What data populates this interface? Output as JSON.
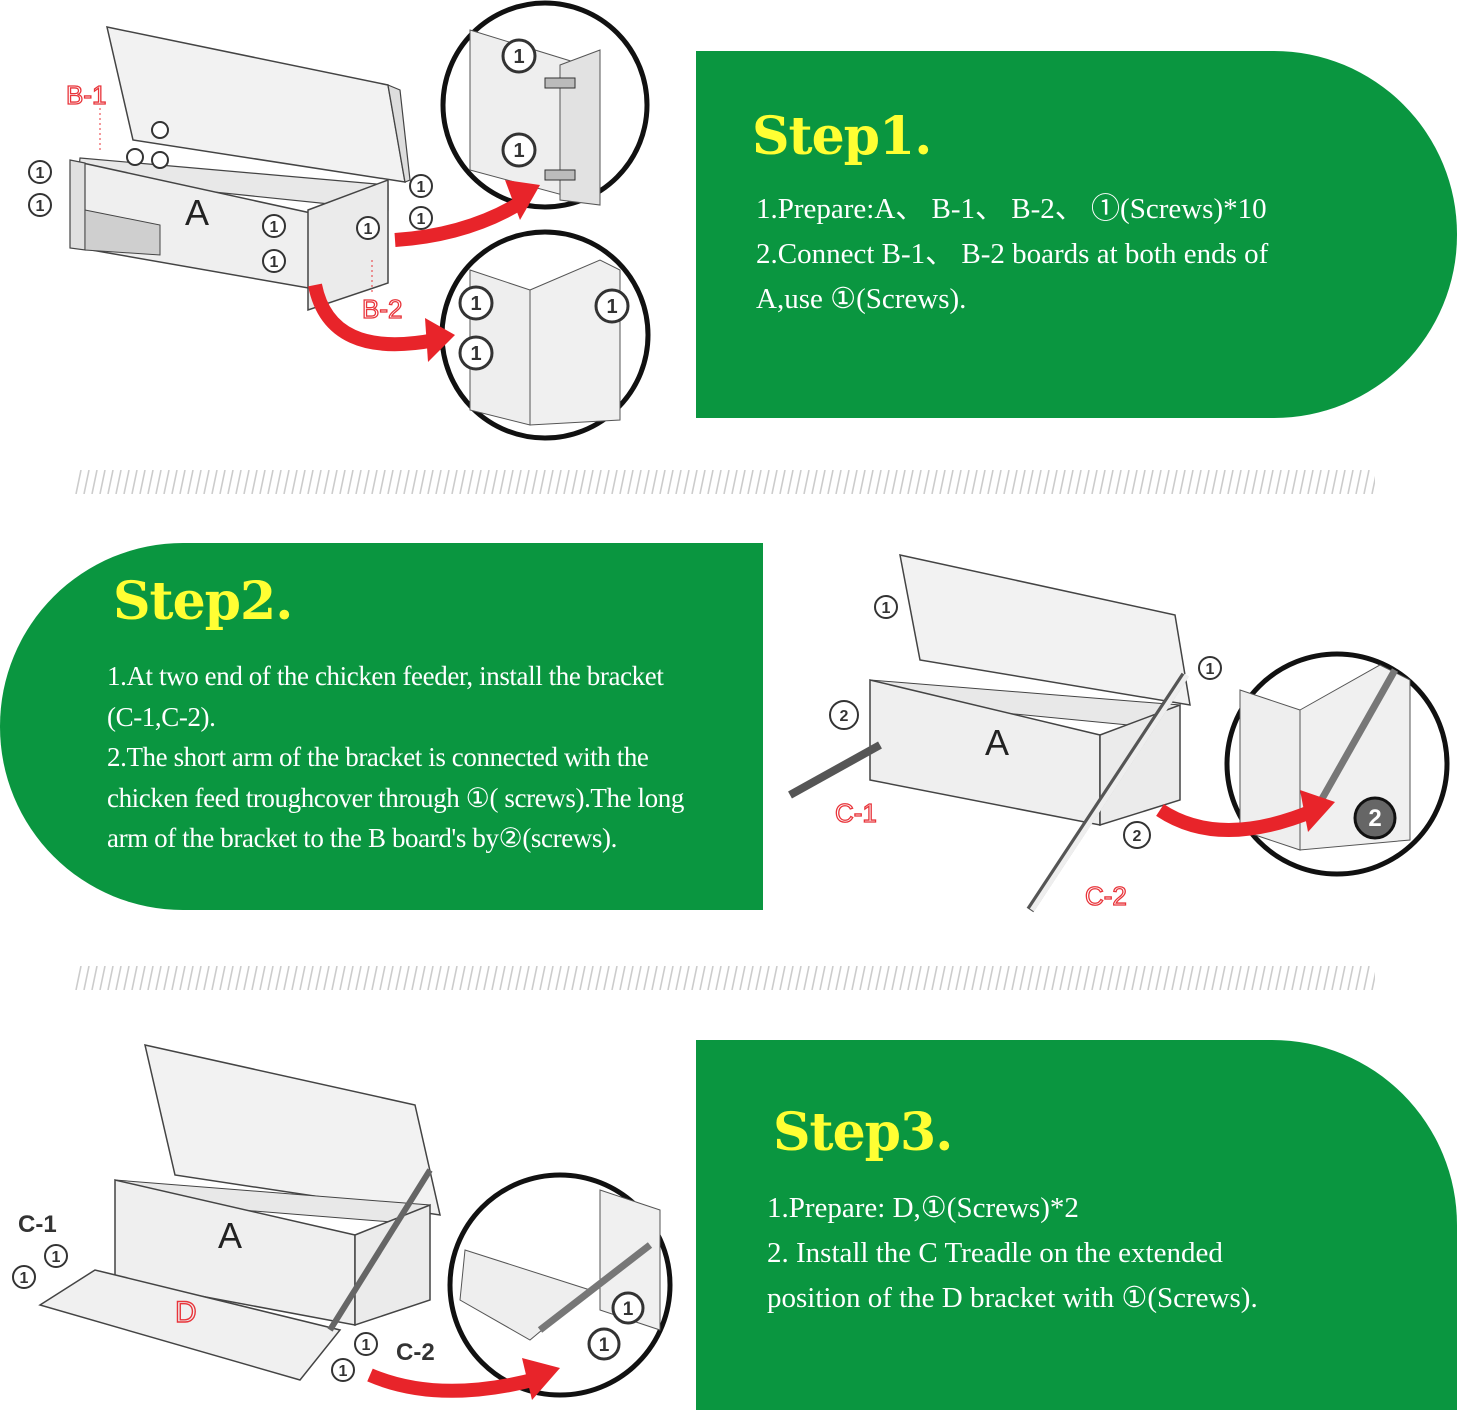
{
  "step1": {
    "title": "Step1.",
    "lines": [
      "1.Prepare:A、 B-1、 B-2、 ①(Screws)*10",
      "2.Connect B-1、 B-2 boards at both ends of",
      "A,use ①(Screws)."
    ],
    "figure_labels": {
      "a": "A",
      "b1": "B-1",
      "b2": "B-2",
      "screw": "1"
    }
  },
  "step2": {
    "title": "Step2.",
    "lines": [
      "1.At two end of the chicken feeder, install the bracket",
      "(C-1,C-2).",
      "2.The short arm of the bracket is connected with the",
      "chicken feed troughcover through ①( screws).The long",
      "arm of the bracket to the B board's by②(screws)."
    ],
    "figure_labels": {
      "a": "A",
      "c1": "C-1",
      "c2": "C-2",
      "screw1": "1",
      "screw2": "2"
    }
  },
  "step3": {
    "title": "Step3.",
    "lines": [
      "1.Prepare: D,①(Screws)*2",
      "2. Install the C Treadle on the extended",
      "position of the D bracket with ①(Screws)."
    ],
    "figure_labels": {
      "a": "A",
      "d": "D",
      "c1": "C-1",
      "c2": "C-2",
      "screw": "1"
    }
  },
  "colors": {
    "panel_green": "#0a9640",
    "title_yellow": "#ffff33",
    "label_red": "#e8343a",
    "arrow_red": "#e8242a",
    "separator_gray": "#cccccc"
  }
}
